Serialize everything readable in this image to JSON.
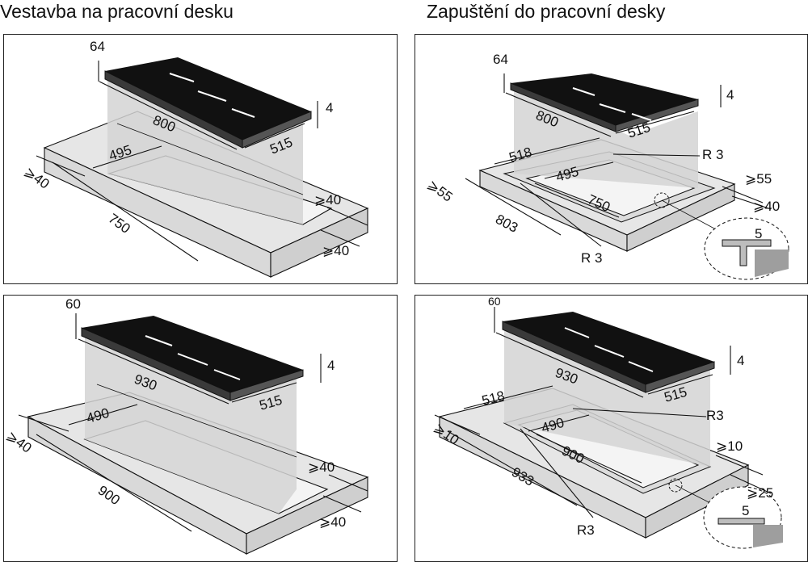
{
  "headings": {
    "left": "Vestavba na pracovní desku",
    "right": "Zapuštění do pracovní desky"
  },
  "colors": {
    "cooktop": "#111111",
    "countertop": "#e6e6e6",
    "shade": "#d3d3d3",
    "line": "#111111"
  },
  "panels": [
    {
      "id": "tl",
      "labels": {
        "height": "64",
        "frame": "4",
        "length": "800",
        "depth": "515",
        "cut_depth": "495",
        "front_min": "⩾40",
        "cut_len": "750",
        "side_min": "⩾40",
        "back_min": "⩾40"
      }
    },
    {
      "id": "tr",
      "labels": {
        "height": "64",
        "frame": "4",
        "length": "800",
        "depth": "515",
        "rebate_depth": "518",
        "radius_top": "R 3",
        "cut_depth": "495",
        "side_min": "⩾55",
        "front_min": "⩾55",
        "cut_len": "750",
        "back_min": "⩾40",
        "rebate_len": "803",
        "radius_bottom": "R 3",
        "detail": "5"
      }
    },
    {
      "id": "bl",
      "labels": {
        "height": "60",
        "frame": "4",
        "length": "930",
        "depth": "515",
        "cut_depth": "490",
        "front_min": "⩾40",
        "cut_len": "900",
        "side_min": "⩾40",
        "back_min": "⩾40"
      }
    },
    {
      "id": "br",
      "labels": {
        "height": "60",
        "frame": "4",
        "length": "930",
        "depth": "515",
        "rebate_depth": "518",
        "radius_top": "R3",
        "cut_depth": "490",
        "front_min": "⩾10",
        "cut_len": "900",
        "side_min": "⩾10",
        "rebate_len": "933",
        "back_min": "⩾25",
        "radius_bottom": "R3",
        "detail": "5"
      }
    }
  ]
}
